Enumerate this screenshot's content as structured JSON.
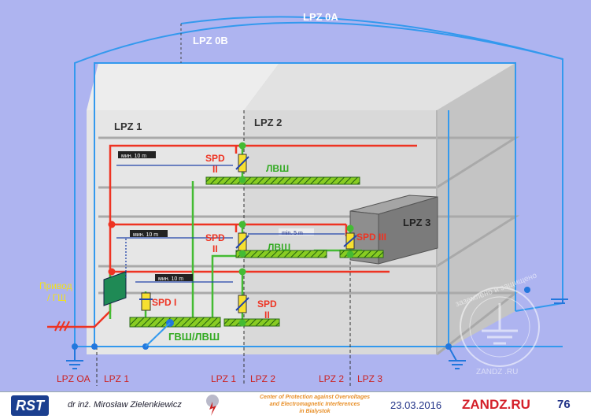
{
  "zones": {
    "lpz0a": "LPZ 0A",
    "lpz0b": "LPZ 0B",
    "lpz1": "LPZ 1",
    "lpz2": "LPZ 2",
    "lpz3": "LPZ 3"
  },
  "spd": {
    "spd1": "SPD I",
    "spd2_top_a": "SPD",
    "spd2_top_b": "II",
    "spd2_mid_a": "SPD",
    "spd2_mid_b": "II",
    "spd2_low_a": "SPD",
    "spd2_low_b": "II",
    "spd3": "SPD III"
  },
  "buses": {
    "lvsh_top": "ЛВШ",
    "lvsh_mid": "ЛВШ",
    "gvsh": "ГВШ/ЛВШ"
  },
  "distances": {
    "d1": "мин. 10 m",
    "d2": "мин. 10 m",
    "d3": "мин. 10 m",
    "d4": "min. 5 m"
  },
  "drive_label": [
    "Привод",
    "/ ГЩ"
  ],
  "bottom_labels": {
    "b1": "LPZ OA",
    "b2": "LPZ 1",
    "b3": "LPZ 1",
    "b4": "LPZ 2",
    "b5": "LPZ 2",
    "b6": "LPZ 3"
  },
  "watermark": {
    "arc": "заземлено и защищено",
    "bottom": "ZANDZ .RU"
  },
  "footer": {
    "logo": "RST",
    "author": "dr inż. Mirosław Zielenkiewicz",
    "center": [
      "Center of Protection against Overvoltages",
      "and Electromagnetic Interferences",
      "in Bialystok"
    ],
    "date": "23.03.2016",
    "brand": "ZANDZ.RU",
    "page": "76"
  },
  "colors": {
    "background": "#aeb4f0",
    "power": "#ee3322",
    "ground": "#44bb33",
    "zone_line": "#3399ee",
    "spd_text": "#ee3322",
    "bus_text": "#33aa22"
  }
}
